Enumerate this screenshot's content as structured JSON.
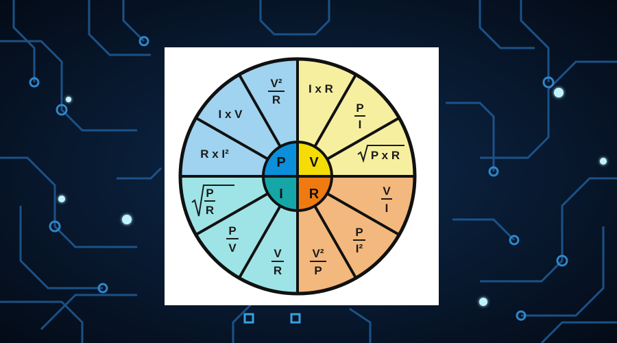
{
  "colors": {
    "power": "#0b8fdb",
    "voltage": "#f4dc07",
    "current": "#17a6a8",
    "resistance": "#ef7b10",
    "power_seg": "#9fd3f0",
    "voltage_seg": "#f6ef9f",
    "current_seg": "#9ee4e6",
    "resistance_seg": "#f3b87d"
  },
  "center": {
    "P": "P",
    "V": "V",
    "I": "I",
    "R": "R"
  },
  "formulas": {
    "power": {
      "v2_over_r": {
        "num": "V²",
        "den": "R"
      },
      "i_times_v": "I x V",
      "r_times_i2": "R x I²"
    },
    "voltage": {
      "i_times_r": "I x R",
      "p_over_i": {
        "num": "P",
        "den": "I"
      },
      "sqrt_p_times_r": "P x R"
    },
    "resistance": {
      "v_over_i": {
        "num": "V",
        "den": "I"
      },
      "p_over_i2": {
        "num": "P",
        "den": "I²"
      },
      "v2_over_p": {
        "num": "V²",
        "den": "P"
      }
    },
    "current": {
      "v_over_r": {
        "num": "V",
        "den": "R"
      },
      "p_over_v": {
        "num": "P",
        "den": "V"
      },
      "sqrt_p_over_r": {
        "num": "P",
        "den": "R"
      }
    }
  }
}
